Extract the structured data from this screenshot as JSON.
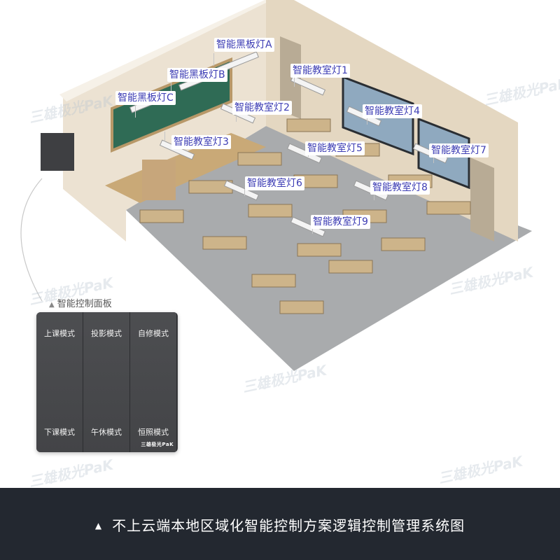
{
  "lamp_labels": {
    "blackboard_a": "智能黑板灯A",
    "blackboard_b": "智能黑板灯B",
    "blackboard_c": "智能黑板灯C",
    "classroom_1": "智能教室灯1",
    "classroom_2": "智能教室灯2",
    "classroom_3": "智能教室灯3",
    "classroom_4": "智能教室灯4",
    "classroom_5": "智能教室灯5",
    "classroom_6": "智能教室灯6",
    "classroom_7": "智能教室灯7",
    "classroom_8": "智能教室灯8",
    "classroom_9": "智能教室灯9"
  },
  "control_panel": {
    "caption": "智能控制面板",
    "modes": {
      "class_start": "上课模式",
      "projection": "投影模式",
      "self_study": "自修模式",
      "class_end": "下课模式",
      "noon_break": "午休模式",
      "constant": "恒照模式"
    },
    "brand": "三雄极光PaK"
  },
  "watermark": "三雄极光PaK",
  "footer": {
    "caption": "不上云端本地区域化智能控制方案逻辑控制管理系统图"
  },
  "colors": {
    "label_text": "#3c3cb4",
    "footer_bg": "#232830",
    "panel_bg": "#48494c",
    "blackboard": "#2f6b55",
    "floor": "#a9abad",
    "wall": "#e8dcc8"
  }
}
